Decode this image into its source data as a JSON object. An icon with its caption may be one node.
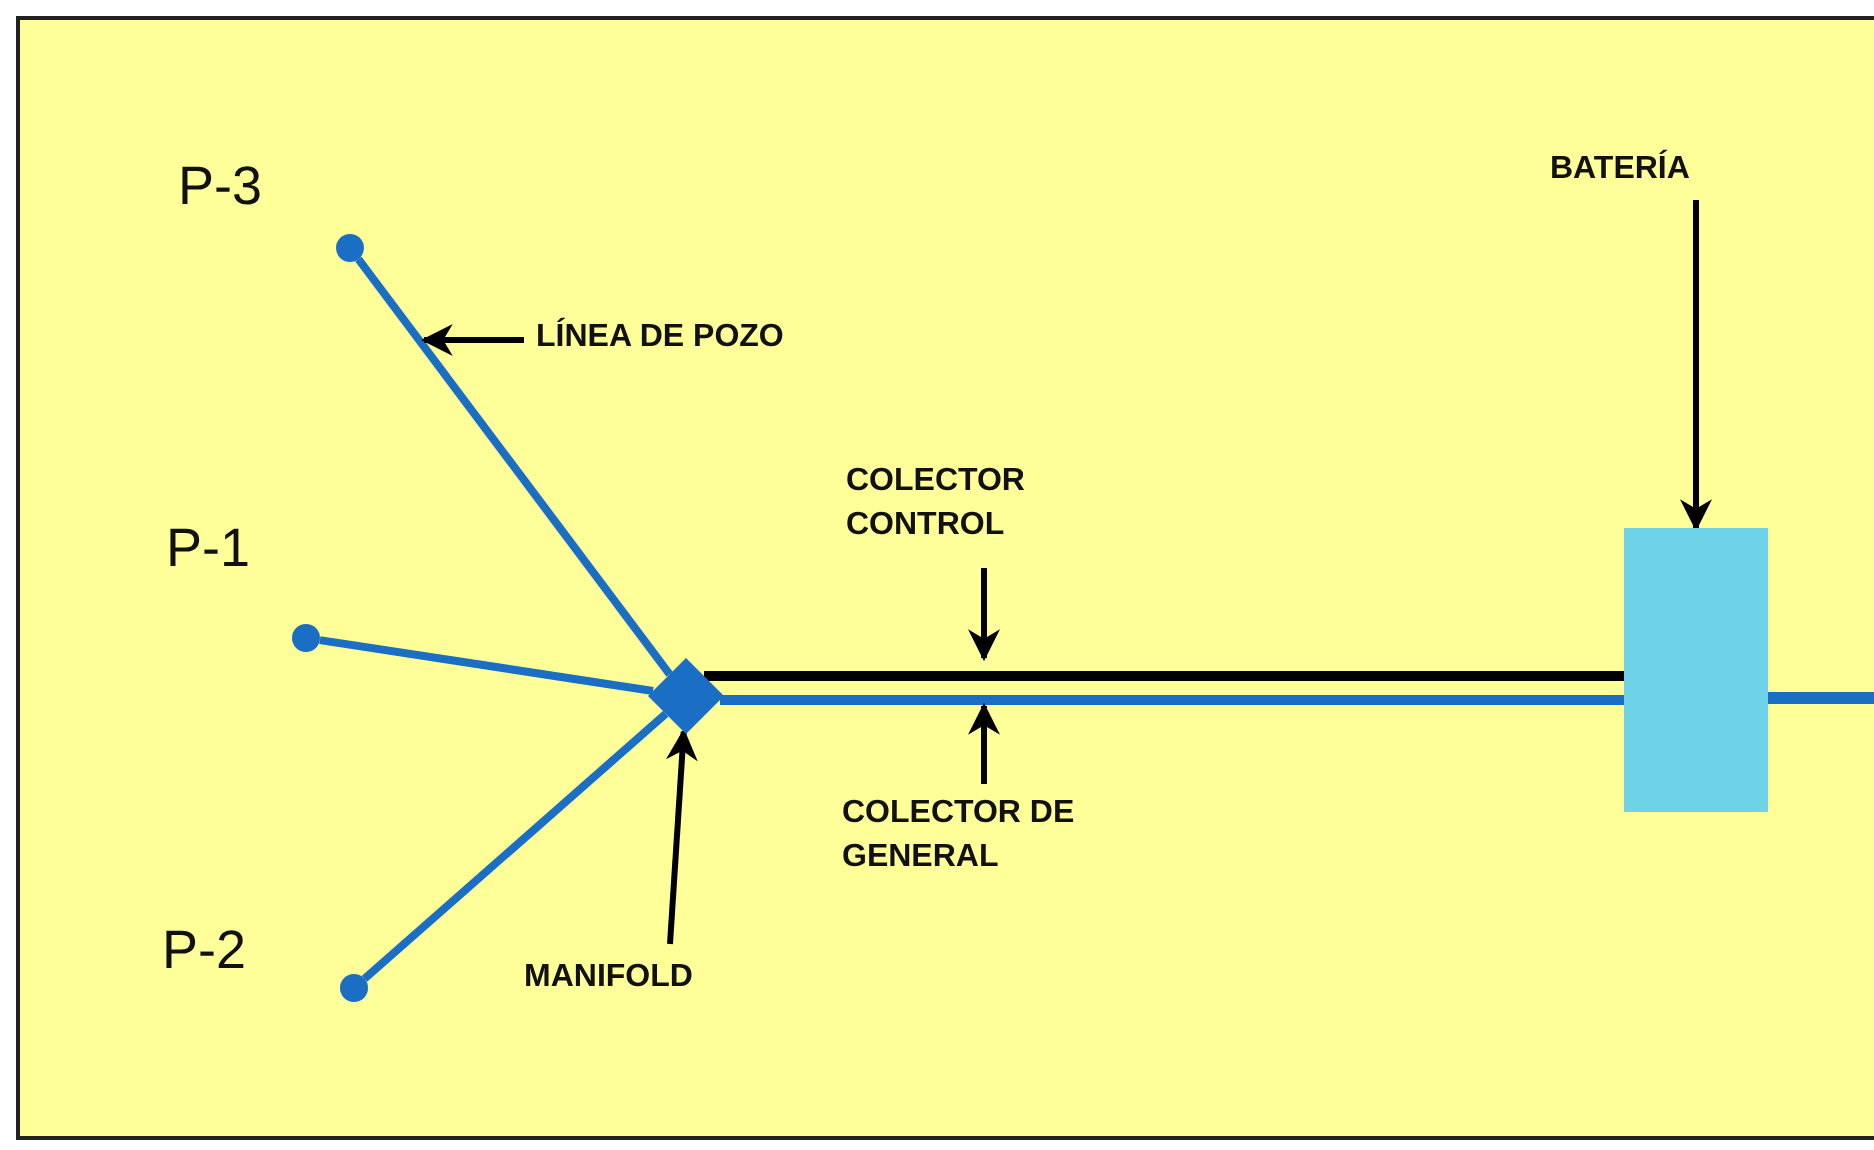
{
  "diagram": {
    "nodes": [
      {
        "text": [],
        "shape": "circle",
        "beside": [
          "P-3"
        ]
      },
      {
        "text": [],
        "shape": "circle",
        "beside": [
          "P-1"
        ]
      },
      {
        "text": [],
        "shape": "circle",
        "beside": [
          "P-2"
        ]
      },
      {
        "text": [],
        "shape": "diamond"
      },
      {
        "text": [],
        "shape": "box"
      },
      {
        "text": [
          "LÍNEA DE POZO"
        ]
      },
      {
        "text": [
          "COLECTOR CONTROL"
        ]
      },
      {
        "text": [
          "COLECTOR DE GENERAL"
        ]
      },
      {
        "text": [
          "MANIFOLD"
        ]
      },
      {
        "text": [
          "BATERÍA"
        ]
      }
    ],
    "edges": [
      {
        "from": 0,
        "to": 3,
        "arrow": "none",
        "color": "#1a6fc4"
      },
      {
        "from": 1,
        "to": 3,
        "arrow": "none",
        "color": "#1a6fc4"
      },
      {
        "from": 2,
        "to": 3,
        "arrow": "none",
        "color": "#1a6fc4"
      },
      {
        "from": 3,
        "to": 4,
        "arrow": "none",
        "color": "#000000"
      },
      {
        "from": 3,
        "to": 4,
        "arrow": "none",
        "color": "#1a6fc4"
      },
      {
        "from": 4,
        "to": null,
        "arrow": "none",
        "color": "#1a6fc4"
      },
      {
        "from": 5,
        "to": null,
        "arrow": "to",
        "color": "#000000"
      },
      {
        "from": 6,
        "to": null,
        "arrow": "to",
        "color": "#000000"
      },
      {
        "from": 7,
        "to": null,
        "arrow": "to",
        "color": "#000000"
      },
      {
        "from": 8,
        "to": 3,
        "arrow": "to",
        "color": "#000000"
      },
      {
        "from": 9,
        "to": 4,
        "arrow": "to",
        "color": "#000000"
      }
    ]
  }
}
